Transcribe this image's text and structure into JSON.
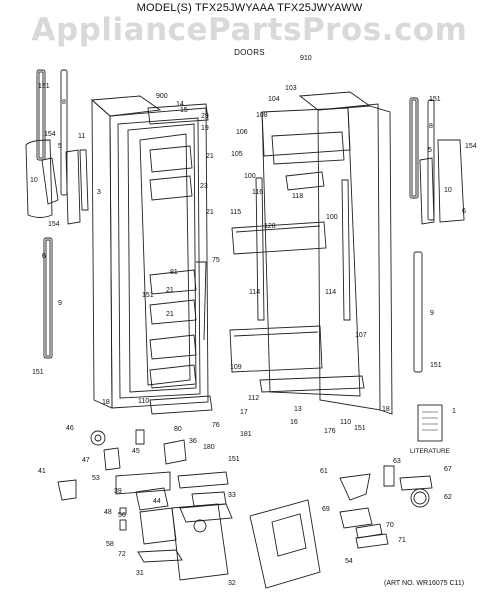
{
  "header": {
    "model_line": "MODEL(S) TFX25JWYAAA  TFX25JWYAWW",
    "watermark": "AppliancePartsPros.com",
    "section": "DOORS"
  },
  "footer": {
    "art_no": "(ART NO. WR16075 C11)",
    "literature_label": "LITERATURE"
  },
  "callouts": [
    "151",
    "8",
    "154",
    "11",
    "5",
    "10",
    "6",
    "9",
    "151",
    "3",
    "900",
    "14",
    "15",
    "29",
    "19",
    "21",
    "23",
    "21",
    "75",
    "81",
    "151",
    "21",
    "21",
    "18",
    "110",
    "76",
    "80",
    "154",
    "910",
    "103",
    "104",
    "108",
    "106",
    "105",
    "100",
    "116",
    "115",
    "118",
    "128",
    "100",
    "114",
    "114",
    "107",
    "109",
    "112",
    "13",
    "17",
    "16",
    "176",
    "110",
    "181",
    "151",
    "18",
    "151",
    "8",
    "5",
    "154",
    "10",
    "6",
    "9",
    "151",
    "1",
    "46",
    "47",
    "45",
    "36",
    "180",
    "151",
    "41",
    "53",
    "39",
    "44",
    "33",
    "48",
    "56",
    "58",
    "72",
    "31",
    "32",
    "61",
    "63",
    "67",
    "62",
    "69",
    "70",
    "71",
    "54"
  ]
}
